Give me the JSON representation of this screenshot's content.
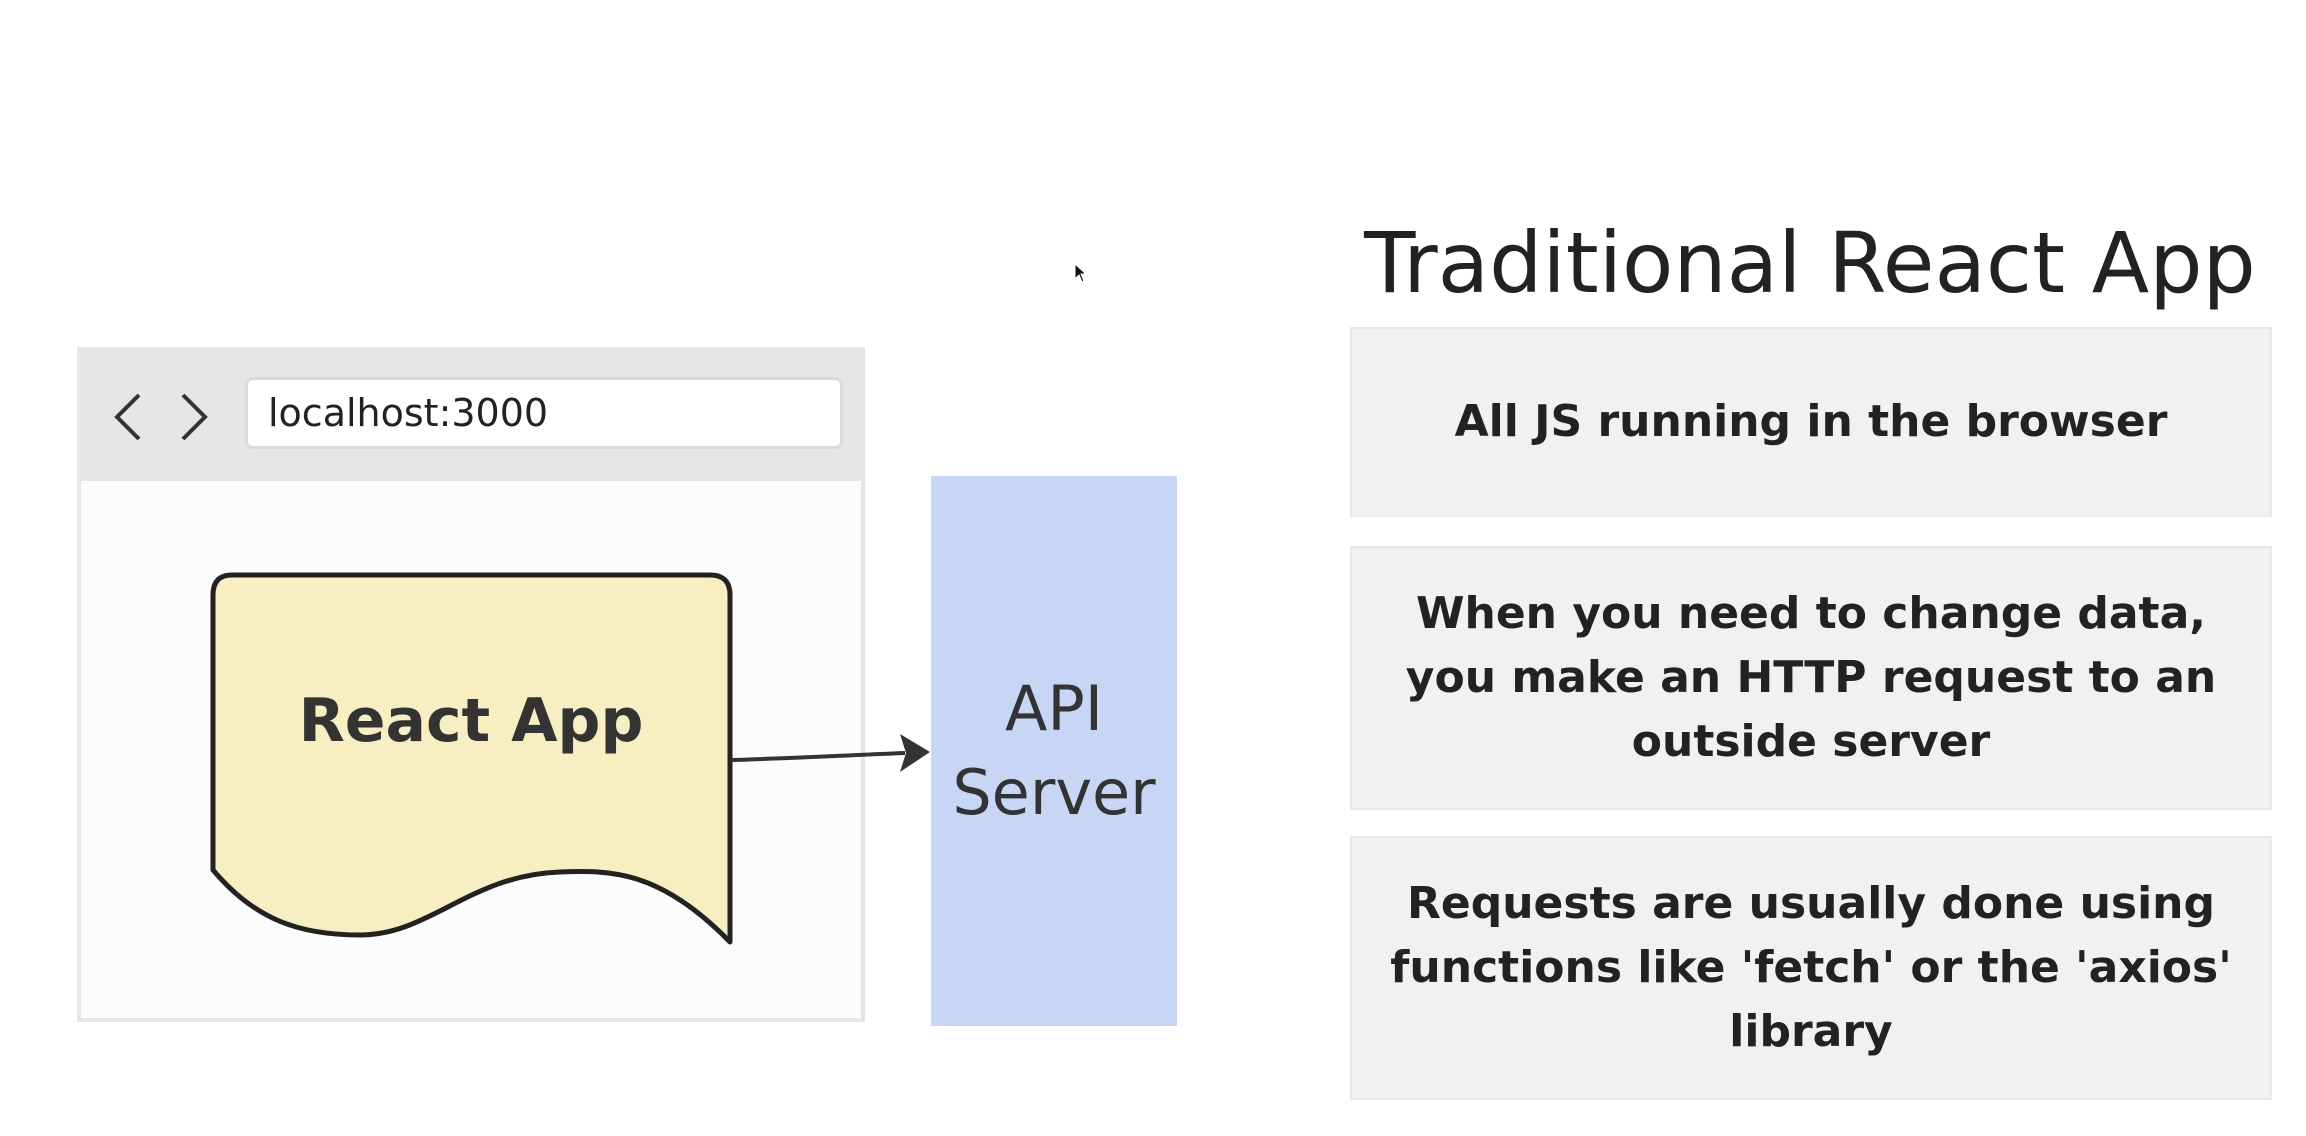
{
  "browser": {
    "url": "localhost:3000",
    "back_icon": "chevron-left-icon",
    "forward_icon": "chevron-right-icon"
  },
  "diagram": {
    "react_app_label": "React App",
    "api_server_line1": "API",
    "api_server_line2": "Server",
    "colors": {
      "react_app_fill": "#f7eec1",
      "api_server_fill": "#c8d6f6",
      "stroke": "#222222"
    }
  },
  "panel": {
    "title": "Traditional React App",
    "items": [
      {
        "text": "All JS running in the browser"
      },
      {
        "text": "When you need to change data, you make an HTTP request to an outside server"
      },
      {
        "text": "Requests are usually done using functions like 'fetch' or the 'axios' library"
      }
    ]
  }
}
